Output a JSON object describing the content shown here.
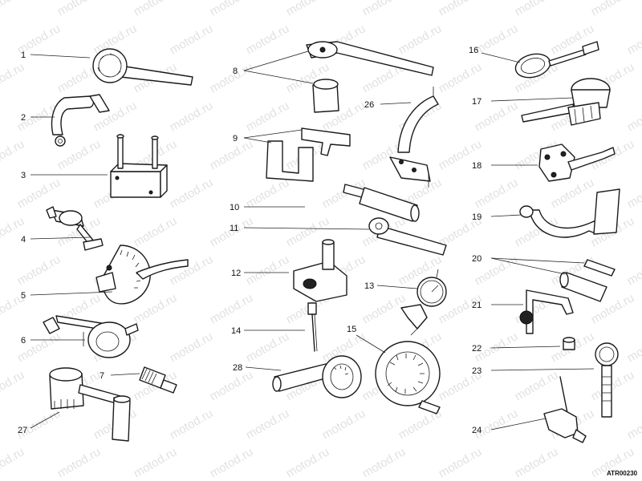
{
  "figure": {
    "code": "ATR00230",
    "watermark": "motod.ru"
  },
  "labels": {
    "l1": "1",
    "l2": "2",
    "l3": "3",
    "l4": "4",
    "l5": "5",
    "l6": "6",
    "l7": "7",
    "l8": "8",
    "l9": "9",
    "l10": "10",
    "l11": "11",
    "l12": "12",
    "l13": "13",
    "l14": "14",
    "l15": "15",
    "l16": "16",
    "l17": "17",
    "l18": "18",
    "l19": "19",
    "l20": "20",
    "l21": "21",
    "l22": "22",
    "l23": "23",
    "l24": "24",
    "l26": "26",
    "l27": "27",
    "l28": "28"
  }
}
